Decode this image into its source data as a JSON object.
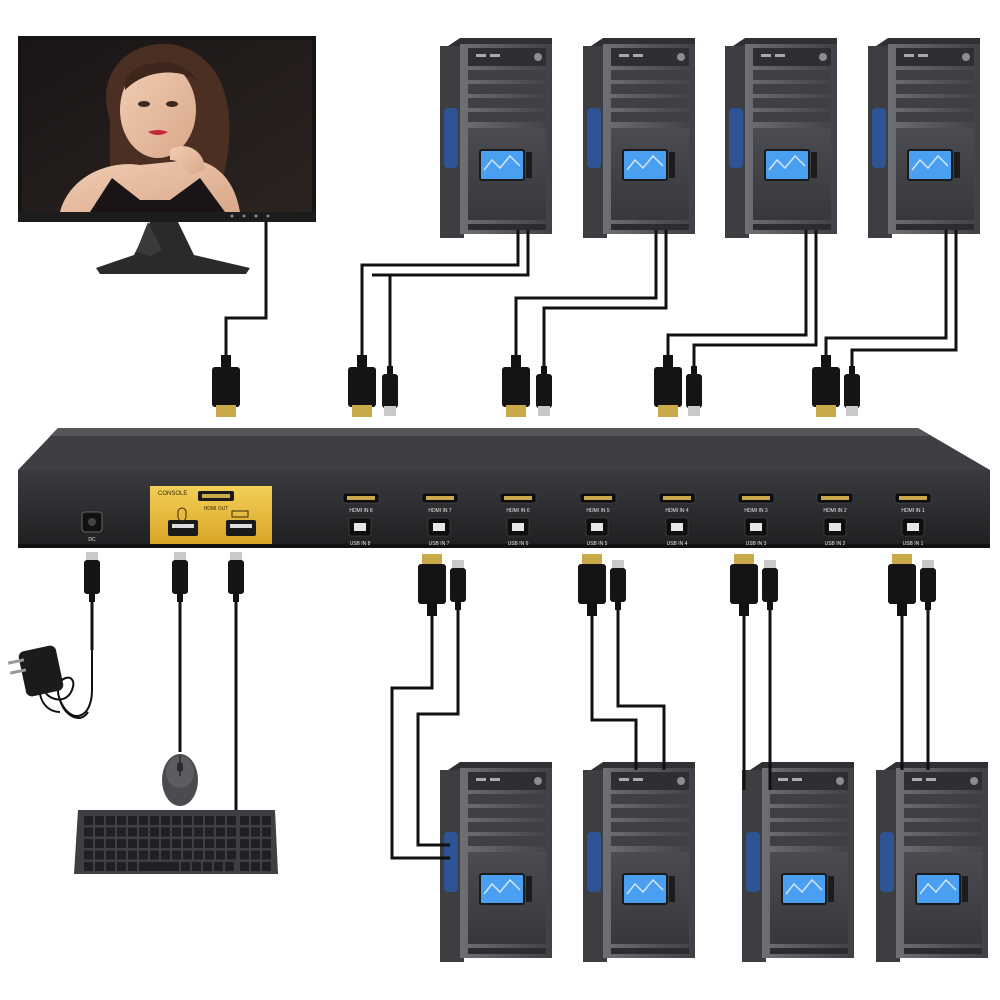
{
  "console": {
    "title": "CONSOLE",
    "hdmi_out": "HDMI OUT"
  },
  "dc_label": "DC",
  "ports": [
    {
      "hdmi": "HDMI IN 8",
      "usb": "USB IN 8"
    },
    {
      "hdmi": "HDMI IN 7",
      "usb": "USB IN 7"
    },
    {
      "hdmi": "HDMI IN 6",
      "usb": "USB IN 6"
    },
    {
      "hdmi": "HDMI IN 5",
      "usb": "USB IN 5"
    },
    {
      "hdmi": "HDMI IN 4",
      "usb": "USB IN 4"
    },
    {
      "hdmi": "HDMI IN 3",
      "usb": "USB IN 3"
    },
    {
      "hdmi": "HDMI IN 2",
      "usb": "USB IN 2"
    },
    {
      "hdmi": "HDMI IN 1",
      "usb": "USB IN 1"
    }
  ],
  "colors": {
    "switch_body": "#2a2b2d",
    "console_panel": "#e8b93a",
    "cable": "#111111",
    "pc_case": "#55575c",
    "pc_screen": "#3d8fe0"
  }
}
